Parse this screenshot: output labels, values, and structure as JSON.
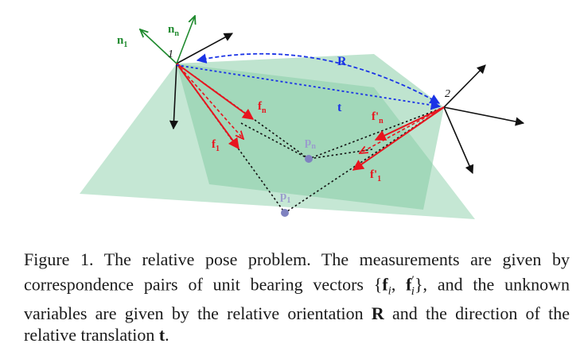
{
  "figure": {
    "labels": {
      "cam1": "1",
      "cam2": "2",
      "R": "R",
      "t": "t",
      "n1": "n",
      "n1_sub": "1",
      "nn": "n",
      "nn_sub": "n",
      "f1": "f",
      "f1_sub": "1",
      "fn": "f",
      "fn_sub": "n",
      "f1p": "f'",
      "f1p_sub": "1",
      "fnp": "f'",
      "fnp_sub": "n",
      "p1": "p",
      "p1_sub": "1",
      "pn": "p",
      "pn_sub": "n"
    },
    "colors": {
      "plane": "#7fc9a0",
      "red": "#e8141e",
      "blue": "#1a33e6",
      "green": "#1f8a2e",
      "black": "#111111",
      "point": "#7f82c0"
    }
  },
  "caption": {
    "part1": "Figure 1. The relative pose problem. The measurements are given by correspondence pairs of unit bearing vectors ",
    "set_open": "{",
    "f": "f",
    "sub_i": "i",
    "comma": ", ",
    "fp": "f",
    "prime_i": "′",
    "sub_i2": "i",
    "set_close": "}",
    "part2": ", and the unknown variables are given by the relative orientation ",
    "R": "R",
    "part3": " and the direction of the relative translation ",
    "t": "t",
    "end": "."
  }
}
